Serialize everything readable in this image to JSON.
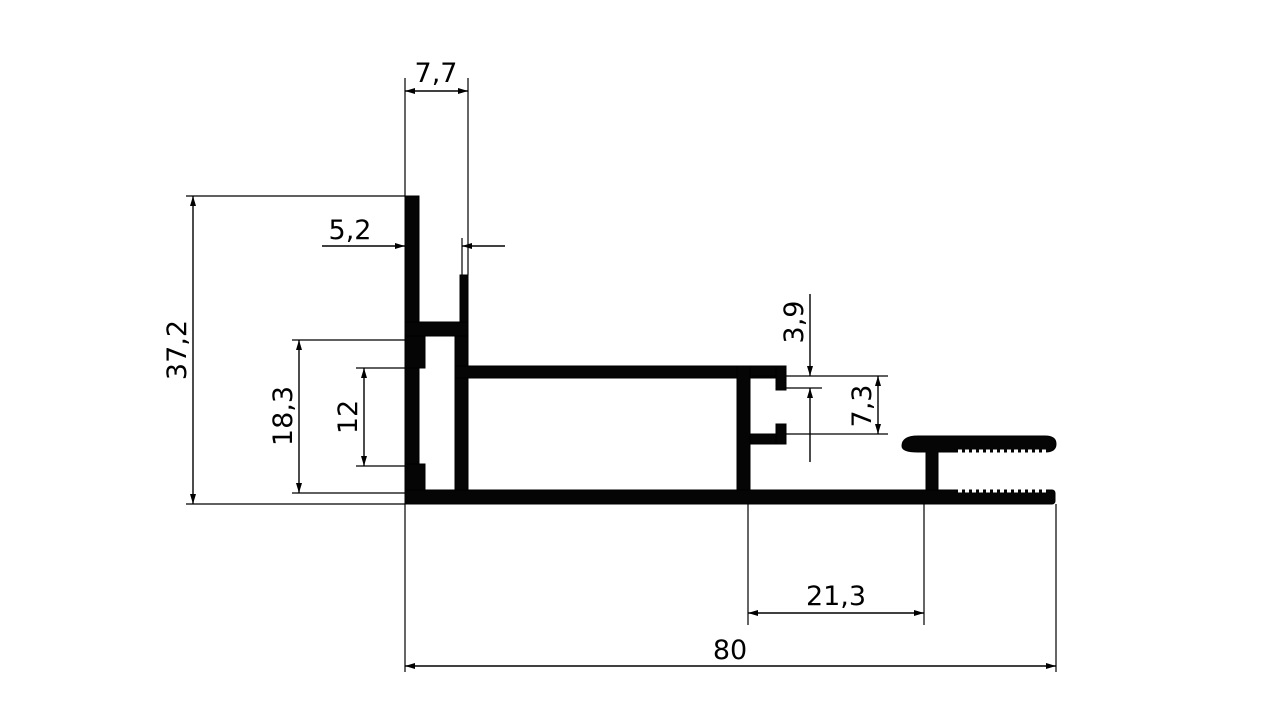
{
  "drawing": {
    "type": "aluminium profile cross-section",
    "dimensions": {
      "width_top": "7,7",
      "offset": "5,2",
      "total_height": "37,2",
      "inner_height": "18,3",
      "slot_height": "12",
      "groove_top": "3,9",
      "groove_height": "7,3",
      "right_span": "21,3",
      "total_width": "80"
    }
  }
}
